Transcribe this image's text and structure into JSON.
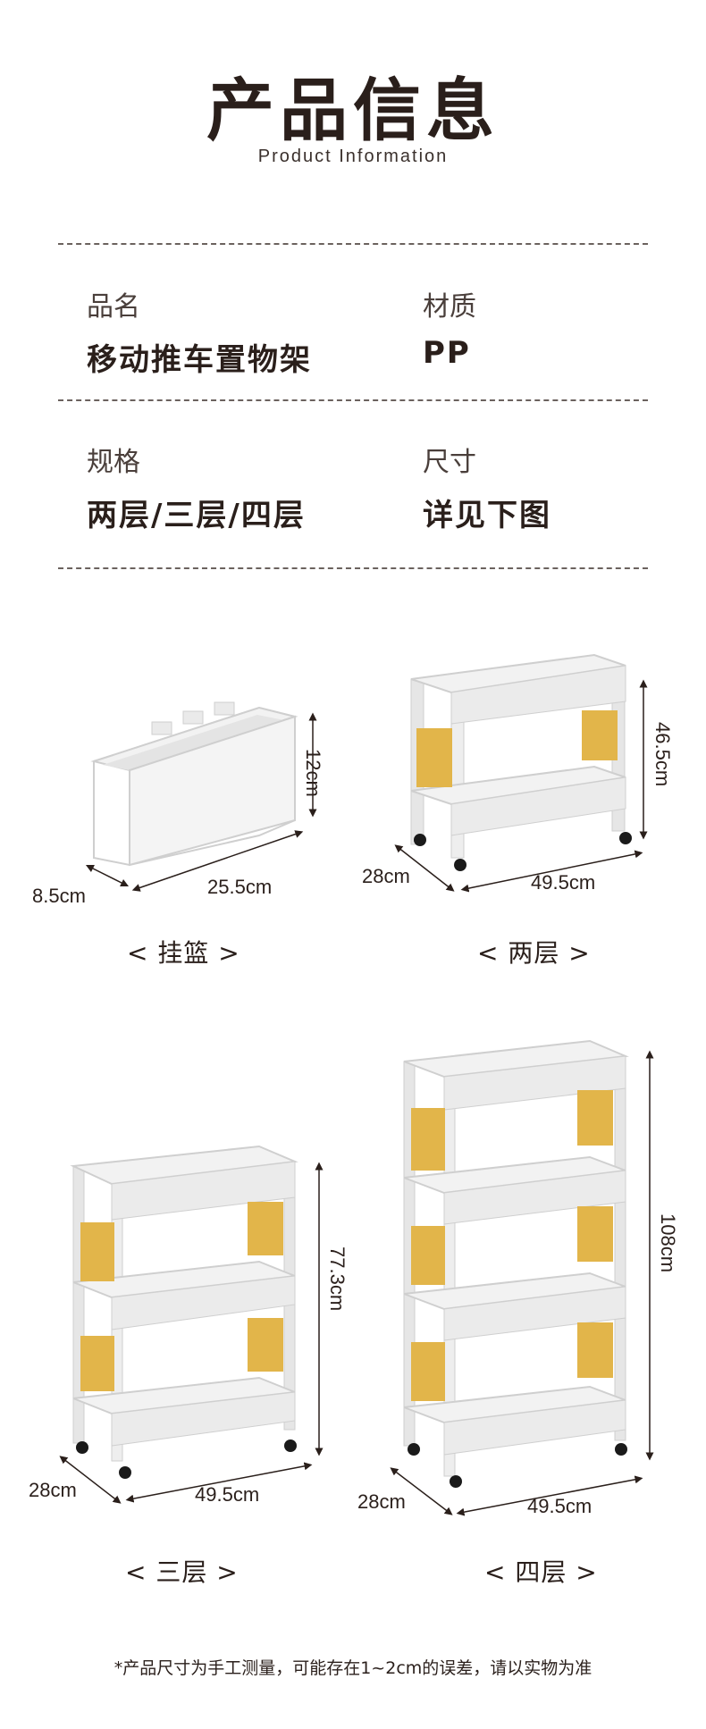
{
  "header": {
    "title": "产品信息",
    "subtitle": "Product Information"
  },
  "specs": [
    {
      "label": "品名",
      "value": "移动推车置物架"
    },
    {
      "label": "材质",
      "value": "PP"
    },
    {
      "label": "规格",
      "value": "两层/三层/四层"
    },
    {
      "label": "尺寸",
      "value": "详见下图"
    }
  ],
  "products": {
    "basket": {
      "caption": "< 挂篮 >",
      "height": "12cm",
      "depth": "8.5cm",
      "width": "25.5cm"
    },
    "two_tier": {
      "caption": "< 两层 >",
      "height": "46.5cm",
      "depth": "28cm",
      "width": "49.5cm"
    },
    "three_tier": {
      "caption": "< 三层 >",
      "height": "77.3cm",
      "depth": "28cm",
      "width": "49.5cm"
    },
    "four_tier": {
      "caption": "< 四层 >",
      "height": "108cm",
      "depth": "28cm",
      "width": "49.5cm"
    }
  },
  "colors": {
    "frame": "#e6e6e6",
    "frame_edge": "#cfcfcf",
    "panel": "#e2b54a",
    "wheel": "#1a1a1a",
    "text": "#2a1f1b"
  },
  "footer": {
    "note": "*产品尺寸为手工测量，可能存在1~2cm的误差，请以实物为准"
  }
}
